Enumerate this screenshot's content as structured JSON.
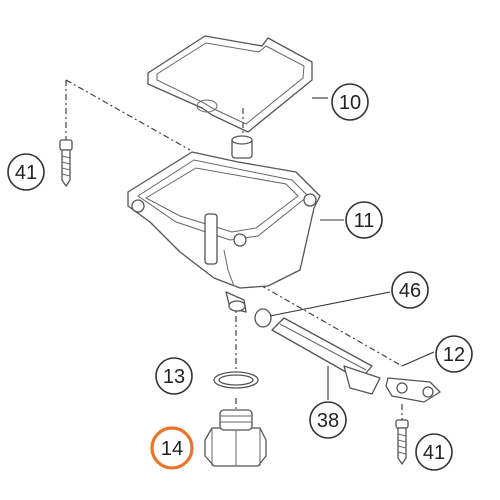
{
  "diagram": {
    "callouts": {
      "gasket": "10",
      "screw_top": "41",
      "float_bowl": "11",
      "drain_fitting": "46",
      "hose": "12",
      "o_ring": "13",
      "plug": "14",
      "clamp": "38",
      "screw_bottom": "41"
    },
    "highlight_color": "#e8742a"
  }
}
